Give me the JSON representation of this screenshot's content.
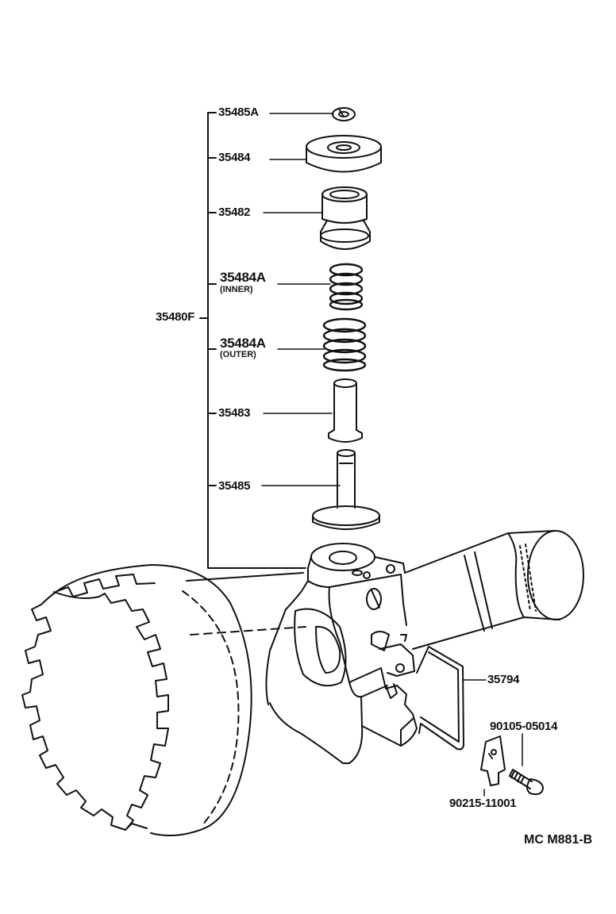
{
  "labels": {
    "assembly": "35480F",
    "retainer_clip": "35485A",
    "seat": "35484",
    "cap": "35482",
    "spring_inner": "35484A",
    "spring_inner_note": "(INNER)",
    "spring_outer": "35484A",
    "spring_outer_note": "(OUTER)",
    "sleeve": "35483",
    "valve": "35485",
    "gasket": "35794",
    "bolt": "90105-05014",
    "plate": "90215-11001"
  },
  "diagram_code": "MC M881-B",
  "colors": {
    "ink": "#111111",
    "paper": "#ffffff"
  }
}
